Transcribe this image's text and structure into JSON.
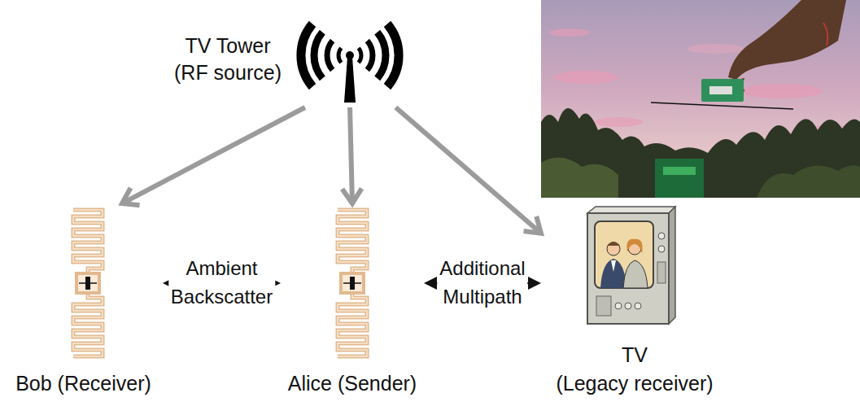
{
  "diagram": {
    "nodes": [
      {
        "text": [
          "TV Tower (RF source)"
        ]
      },
      {
        "text": [
          "Bob (Receiver)"
        ]
      },
      {
        "text": [
          "Alice (Sender)"
        ]
      },
      {
        "text": [
          "TV",
          "(Legacy receiver)"
        ]
      }
    ],
    "edges": [
      {
        "from": 0,
        "to": 1,
        "arrow": "to"
      },
      {
        "from": 0,
        "to": 2,
        "arrow": "to"
      },
      {
        "from": 0,
        "to": 3,
        "arrow": "to"
      },
      {
        "from": 2,
        "to": 1,
        "arrow": "both",
        "label": "Ambient Backscatter"
      },
      {
        "from": 2,
        "to": 3,
        "arrow": "both",
        "label": "Additional Multipath"
      }
    ]
  }
}
